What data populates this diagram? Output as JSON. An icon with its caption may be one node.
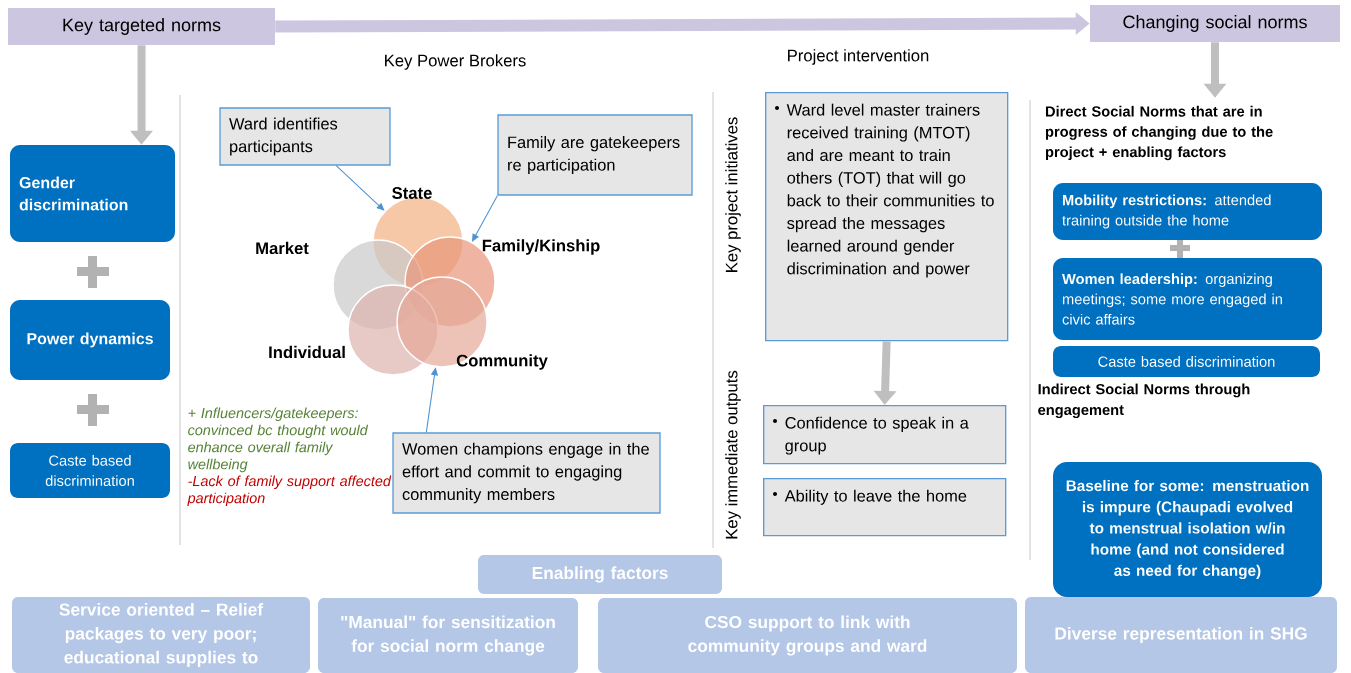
{
  "diagram": {
    "nodes": [
      {
        "text": [
          "Key targeted norms"
        ]
      },
      {
        "text": [
          "Changing social norms"
        ]
      },
      {
        "text": [
          "Gender discrimination"
        ]
      },
      {
        "text": [
          "Power dynamics"
        ]
      },
      {
        "text": [
          "Caste based discrimination"
        ]
      },
      {
        "text": [
          "Ward identifies participants"
        ]
      },
      {
        "text": [
          "Family are gatekeepers re participation"
        ]
      },
      {
        "text": [],
        "shape": "circle",
        "beside": [
          "State"
        ]
      },
      {
        "text": [],
        "shape": "circle",
        "beside": [
          "Market"
        ]
      },
      {
        "text": [],
        "shape": "circle",
        "beside": [
          "Family/Kinship"
        ]
      },
      {
        "text": [],
        "shape": "circle",
        "beside": [
          "Individual"
        ]
      },
      {
        "text": [],
        "shape": "circle",
        "beside": [
          "Community"
        ]
      },
      {
        "text": [
          "Women champions engage in the effort and commit to engaging community members"
        ]
      },
      {
        "text": [
          "Ward level master trainers received training (MTOT) and are meant to train others (TOT) that will go back to their communities to spread the messages learned around gender discrimination and power"
        ]
      },
      {
        "text": [
          "Confidence to speak in a group"
        ]
      },
      {
        "text": [
          "Ability to leave the home"
        ]
      },
      {
        "text": [
          "Direct Social Norms that are in progress of changing due to the project + enabling factors"
        ]
      },
      {
        "text": [
          "**Mobility restrictions:** attended training outside the home"
        ]
      },
      {
        "text": [
          "**Women leadership:** organizing meetings; some more engaged in civic affairs"
        ]
      },
      {
        "text": [
          "Caste based discrimination"
        ]
      },
      {
        "text": [
          "Baseline for some: menstruation is impure (Chaupadi evolved to menstrual isolation w/in home (and not considered as need for change)"
        ]
      },
      {
        "text": [
          "Enabling factors"
        ]
      },
      {
        "text": [
          "Service oriented – Relief packages to very poor; educational supplies to"
        ]
      },
      {
        "text": [
          "\"Manual\" for sensitization for social norm change"
        ]
      },
      {
        "text": [
          "CSO support to link with community groups and ward"
        ]
      },
      {
        "text": [
          "Diverse representation in SHG"
        ]
      }
    ],
    "edges": [
      {
        "from": 0,
        "to": 1,
        "arrow": "to",
        "color": "#cdc6e0"
      },
      {
        "from": 0,
        "to": 2,
        "arrow": "to"
      },
      {
        "from": 1,
        "to": 16,
        "arrow": "to"
      },
      {
        "from": 5,
        "to": 7,
        "arrow": "to",
        "color": "#4f93d1"
      },
      {
        "from": 6,
        "to": 9,
        "arrow": "to",
        "color": "#4f93d1"
      },
      {
        "from": 12,
        "to": 11,
        "arrow": "to",
        "color": "#4f93d1"
      },
      {
        "from": 13,
        "to": 14,
        "arrow": "to"
      }
    ],
    "labels": [
      "Key Power Brokers",
      "Project intervention",
      "Key project initiatives",
      "Key immediate outputs",
      "+ Influencers/gatekeepers: convinced bc thought would enhance overall family wellbeing",
      "-Lack of  family support affected participation",
      "Indirect Social Norms through engagement"
    ]
  }
}
